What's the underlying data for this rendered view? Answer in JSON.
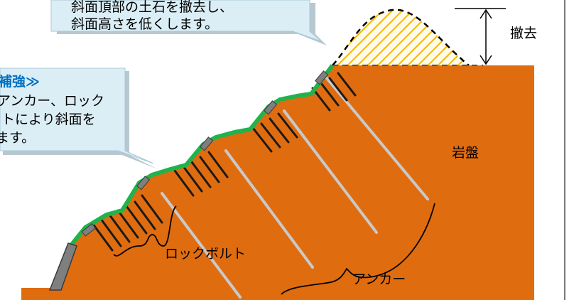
{
  "callout_top": {
    "line1": "斜面頂部の土石を撤去し、",
    "line2": "斜面高さを低くします。"
  },
  "callout_left": {
    "title": "補強≫",
    "line1": "アンカー、ロック",
    "line2": "トにより斜面を",
    "line3": "ます。"
  },
  "labels": {
    "removal": "撤去",
    "bedrock": "岩盤",
    "rock_bolt": "ロックボルト",
    "anchor": "アンカー"
  },
  "colors": {
    "bedrock": "#e06c10",
    "removed_soil_hatch": "#f5b800",
    "facing": "#22b24c",
    "plate": "#7f7f7f",
    "callout_fill": "#dbeef6",
    "callout_title": "#0070c0"
  }
}
